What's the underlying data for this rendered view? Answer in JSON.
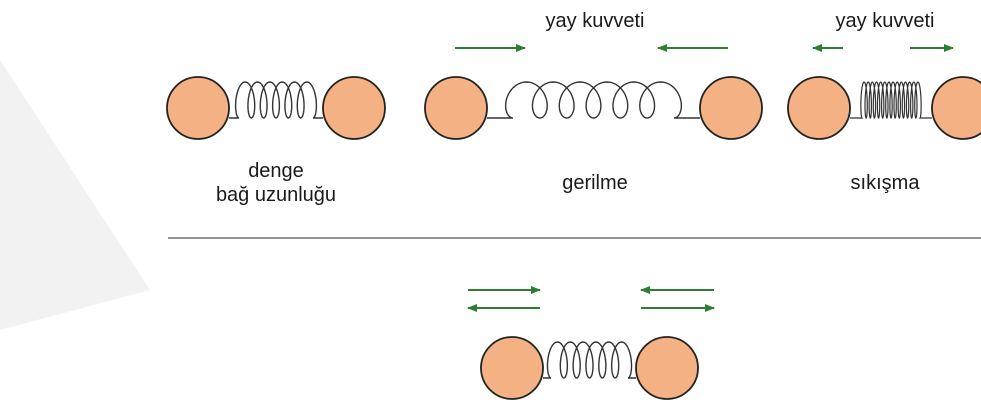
{
  "diagram": {
    "states": {
      "equilibrium": {
        "label_line1": "denge",
        "label_line2": "bağ uzunluğu"
      },
      "stretch": {
        "label": "gerilme",
        "force_label": "yay kuvveti"
      },
      "compress": {
        "label": "sıkışma",
        "force_label": "yay kuvveti"
      }
    }
  },
  "colors": {
    "atom_fill": "#f4b183",
    "atom_stroke": "#222222",
    "spring": "#333333",
    "arrow": "#2e7d32",
    "divider": "#555555",
    "watermark": "#f2f2f2"
  }
}
